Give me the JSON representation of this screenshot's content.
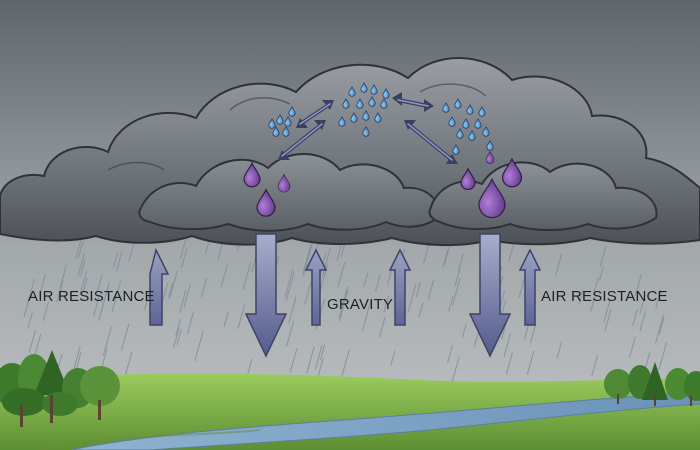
{
  "labels": {
    "left": "AIR RESISTANCE",
    "center": "GRAVITY",
    "right": "AIR RESISTANCE"
  },
  "colors": {
    "sky_top": "#5f666c",
    "sky_bottom": "#b9bdc0",
    "cloud_dark": "#5b5f66",
    "cloud_light": "#8e9299",
    "droplet_small": "#4a9fd6",
    "droplet_large": "#7b4fa5",
    "arrow_fill": "#7a81ad",
    "arrow_stroke": "#464c6e",
    "grass": "#86b84e",
    "river": "#7fa6c7",
    "tree": "#3f7a2c"
  },
  "icons": {
    "upward_arrows": "air-resistance-arrow-icon",
    "downward_arrows": "gravity-arrow-icon",
    "cycle_arrows": "circulation-arrow-icon",
    "droplets": "raindrop-icon"
  }
}
